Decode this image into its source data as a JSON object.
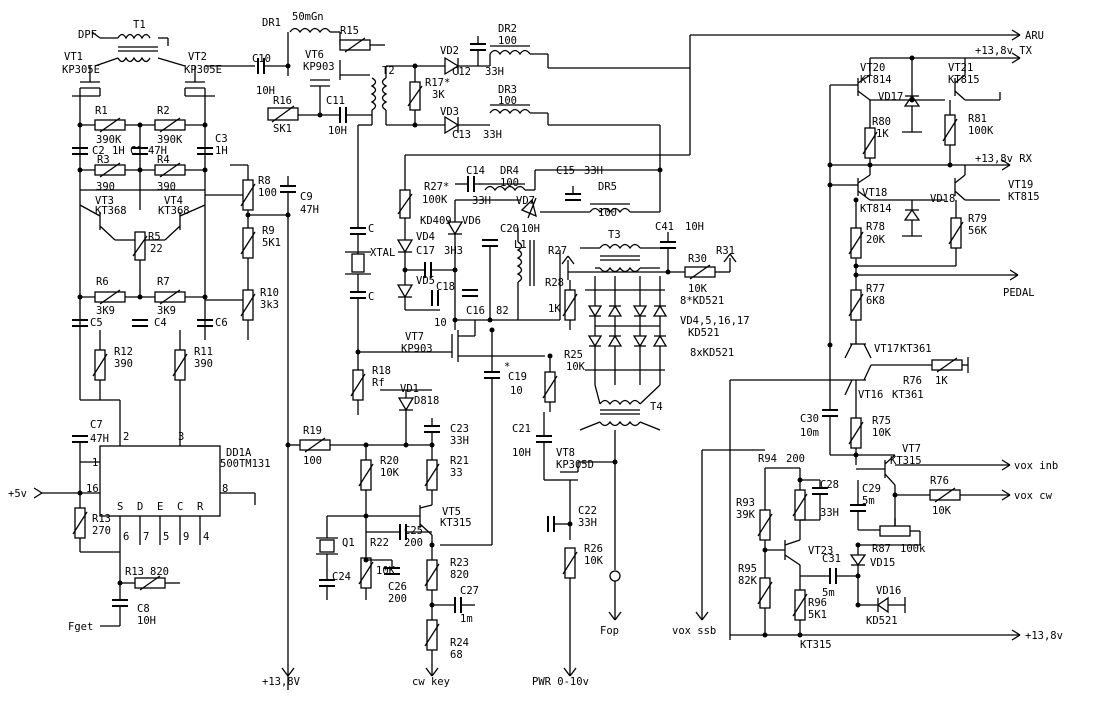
{
  "labels": [
    "DPF",
    "T1",
    "VT1",
    "KP305E",
    "VT2",
    "KP305E",
    "DR1",
    "50mGn",
    "VT6",
    "KP903",
    "R15",
    "C10",
    "10H",
    "R16",
    "SK1",
    "C11",
    "10H",
    "T2",
    "VD2",
    "C12",
    "33H",
    "DR2",
    "100",
    "R17*",
    "3K",
    "VD3",
    "C13",
    "33H",
    "DR3",
    "100",
    "ARU",
    "+13,8v TX",
    "VT20",
    "KT814",
    "VT21",
    "KT815",
    "VD17",
    "R80",
    "1K",
    "R81",
    "100K",
    "+13,8v RX",
    "VT18",
    "KT814",
    "VT19",
    "KT815",
    "VD18",
    "R78",
    "20K",
    "R79",
    "56K",
    "R77",
    "6K8",
    "PEDAL",
    "R1",
    "390K",
    "R2",
    "390K",
    "C3",
    "1H",
    "C2",
    "1H",
    "C1",
    "47H",
    "R3",
    "390",
    "R4",
    "390",
    "R8",
    "100",
    "C9",
    "47H",
    "VT3",
    "KT368",
    "VT4",
    "KT368",
    "R5",
    "22",
    "R9",
    "5K1",
    "R6",
    "3K9",
    "R7",
    "3K9",
    "R10",
    "3k3",
    "C5",
    "C4",
    "C6",
    "R12",
    "390",
    "R11",
    "390",
    "C7",
    "47H",
    "2",
    "3",
    "DD1A",
    "500TM131",
    "1",
    "16",
    "8",
    "S",
    "D",
    "E",
    "C",
    "R",
    "6",
    "7",
    "5",
    "9",
    "4",
    "+5v",
    "R13",
    "270",
    "R13",
    "820",
    "C8",
    "10H",
    "Fget",
    "C",
    "XTAL",
    "C",
    "R18",
    "Rf",
    "VT7",
    "KP903",
    "C14",
    "33H",
    "DR4",
    "100",
    "R27*",
    "100K",
    "KD409",
    "VD6",
    "VD7",
    "C15",
    "33H",
    "DR5",
    "100",
    "VD4",
    "C17",
    "3H3",
    "VD5",
    "C18",
    "C16",
    "82",
    "10",
    "C20",
    "10H",
    "L1",
    "C41",
    "10H",
    "R27",
    "T3",
    "R31",
    "R30",
    "10K",
    "8*KD521",
    "R28",
    "1K",
    "VD4,5,16,17",
    "KD521",
    "8xKD521",
    "R25",
    "10K",
    "T4",
    "C19",
    "10",
    "*",
    "VD1",
    "D818",
    "R19",
    "100",
    "C23",
    "33H",
    "R20",
    "10K",
    "R21",
    "33",
    "VT5",
    "KT315",
    "C25",
    "200",
    "C21",
    "10H",
    "VT8",
    "KP305D",
    "Q1",
    "C24",
    "R22",
    "10K",
    "C26",
    "200",
    "R23",
    "820",
    "C27",
    "1m",
    "R24",
    "68",
    "C22",
    "33H",
    "R26",
    "10K",
    "+13,8V",
    "cw key",
    "PWR 0-10v",
    "Fop",
    "VT17",
    "KT361",
    "R76",
    "1K",
    "VT16",
    "KT361",
    "C30",
    "10m",
    "R75",
    "10K",
    "VT7",
    "KT315",
    "vox inb",
    "R76",
    "10K",
    "vox cw",
    "R94",
    "200",
    "C28",
    "33H",
    "C29",
    "5m",
    "R93",
    "39K",
    "VT23",
    "R87",
    "100k",
    "C31",
    "5m",
    "VD15",
    "R95",
    "82K",
    "R96",
    "5K1",
    "VD16",
    "KD521",
    "KT315",
    "vox ssb",
    "+13,8v"
  ]
}
